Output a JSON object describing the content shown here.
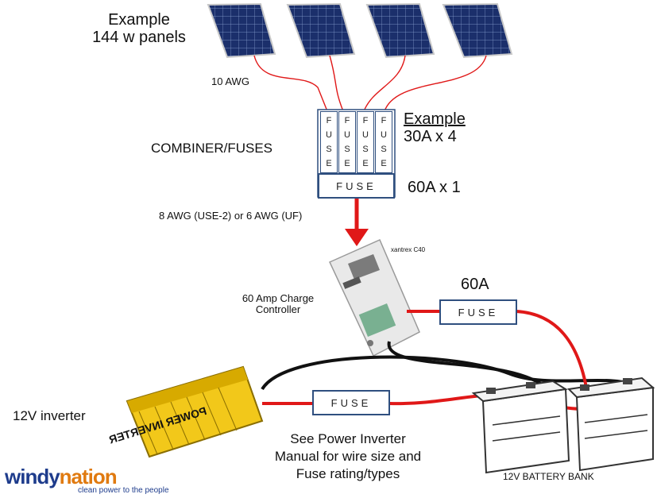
{
  "labels": {
    "example_panels_line1": "Example",
    "example_panels_line2": "144 w panels",
    "wire_10awg": "10 AWG",
    "combiner": "COMBINER/FUSES",
    "example_fuse_line1": "Example",
    "example_fuse_line2": "30A x 4",
    "fuse_60a_x1": "60A x 1",
    "wire_8awg": "8 AWG (USE-2) or 6 AWG (UF)",
    "controller_brand": "xantrex C40",
    "controller_line1": "60 Amp Charge",
    "controller_line2": "Controller",
    "fuse_60a": "60A",
    "inverter_label": "12V inverter",
    "inverter_body_text": "POWER INVERTER",
    "manual_line1": "See Power Inverter",
    "manual_line2": "Manual for wire size and",
    "manual_line3": "Fuse rating/types",
    "battery_bank": "12V BATTERY BANK"
  },
  "fuse_text": "FUSE",
  "vertical_fuse_letters": [
    "F",
    "U",
    "S",
    "E"
  ],
  "logo": {
    "part1": "windy",
    "part2": "nation",
    "tagline": "clean power to the people"
  },
  "colors": {
    "wire_red": "#e01818",
    "wire_black": "#111111",
    "fuse_border": "#2f4f7f",
    "panel_blue": "#1b2f6b",
    "inverter_yellow": "#f2c81a",
    "logo_blue": "#1e3c8c",
    "logo_orange": "#e07a10"
  }
}
